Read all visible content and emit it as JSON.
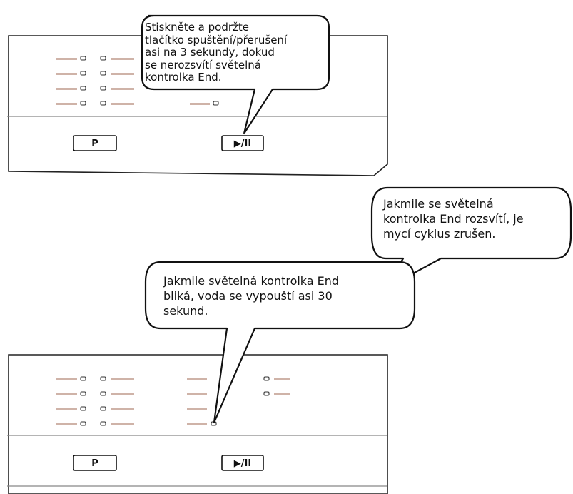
{
  "panels": [
    {
      "name": "top",
      "buttons": {
        "program": "P",
        "start_pause": "▶/II"
      }
    },
    {
      "name": "bottom",
      "buttons": {
        "program": "P",
        "start_pause": "▶/II"
      }
    }
  ],
  "callouts": {
    "press_hold": "Stiskněte a podržte\ntlačítko spuštění/přerušení\nasi na 3 sekundy, dokud\nse nerozsvítí světelná\nkontrolka End.",
    "cancelled": "Jakmile se světelná\nkontrolka End rozsvítí, je\nmycí cyklus zrušen.",
    "draining": "Jakmile světelná kontrolka End\nbliká, voda se vypouští asi 30\nsekund."
  },
  "colors": {
    "indicator_bar": "#cfb3a8",
    "outline": "#111111",
    "divider": "#888888"
  }
}
